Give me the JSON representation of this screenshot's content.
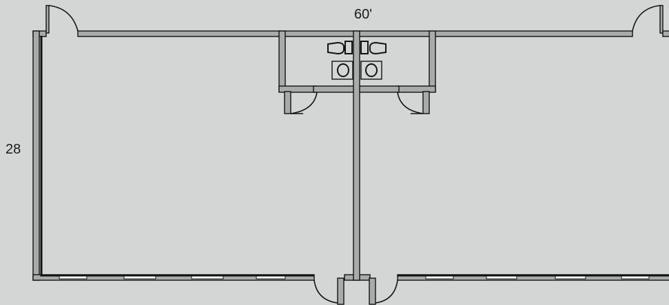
{
  "floor_plan": {
    "width_label": "60'",
    "depth_label": "28",
    "colors": {
      "background": "#d4d6d5",
      "wall_fill": "#a9abaa",
      "wall_outline": "#111111",
      "window_glass": "#ffffff"
    },
    "fixtures": [
      "toilet",
      "toilet",
      "sink",
      "sink"
    ],
    "doors": [
      "door",
      "door",
      "door",
      "door",
      "door",
      "door"
    ]
  }
}
